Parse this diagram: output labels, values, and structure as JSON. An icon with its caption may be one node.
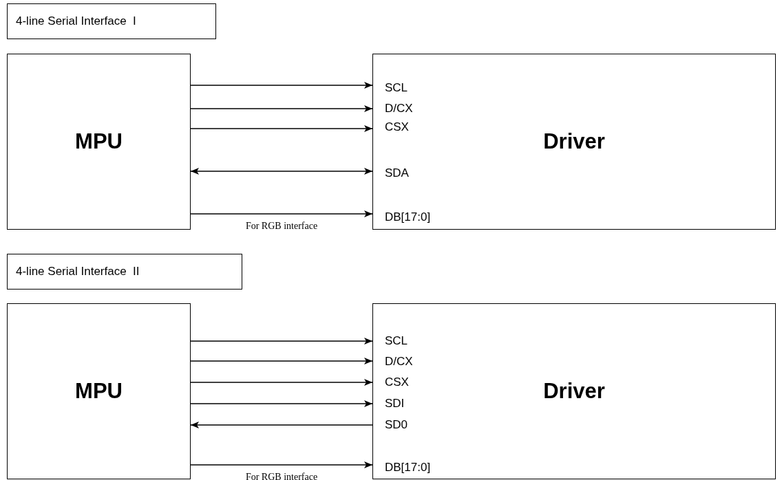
{
  "diagram": {
    "nodes": [
      {
        "text": [
          "4-line Serial Interface  I"
        ]
      },
      {
        "text": [
          "MPU"
        ]
      },
      {
        "text": [
          "Driver"
        ]
      },
      {
        "text": [
          "4-line Serial Interface  II"
        ]
      },
      {
        "text": [
          "MPU"
        ]
      },
      {
        "text": [
          "Driver"
        ]
      }
    ],
    "edges": [
      {
        "from": 1,
        "to": 2,
        "arrow": "to"
      },
      {
        "from": 1,
        "to": 2,
        "arrow": "to"
      },
      {
        "from": 1,
        "to": 2,
        "arrow": "to"
      },
      {
        "from": 1,
        "to": 2,
        "arrow": "both"
      },
      {
        "from": 1,
        "to": 2,
        "arrow": "to",
        "label": "For RGB interface"
      },
      {
        "from": 4,
        "to": 5,
        "arrow": "to"
      },
      {
        "from": 4,
        "to": 5,
        "arrow": "to"
      },
      {
        "from": 4,
        "to": 5,
        "arrow": "to"
      },
      {
        "from": 4,
        "to": 5,
        "arrow": "to"
      },
      {
        "from": 5,
        "to": 4,
        "arrow": "to"
      },
      {
        "from": 4,
        "to": 5,
        "arrow": "to",
        "label": "For RGB interface"
      }
    ],
    "labels": [
      "SCL",
      "D/CX",
      "CSX",
      "SDA",
      "DB[17:0]",
      "SCL",
      "D/CX",
      "CSX",
      "SDI",
      "SD0",
      "DB[17:0]"
    ]
  }
}
